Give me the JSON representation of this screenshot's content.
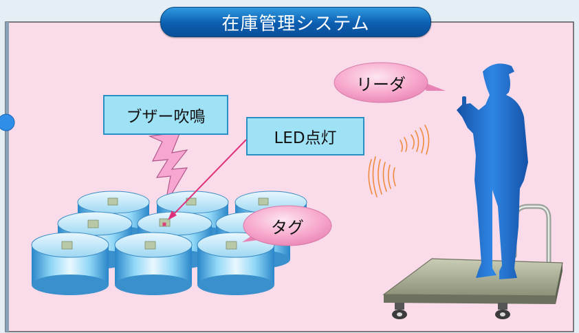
{
  "title": "在庫管理システム",
  "labels": {
    "buzzer": "ブザー吹鳴",
    "led": "LED点灯",
    "reader": "リーダ",
    "tag": "タグ"
  },
  "colors": {
    "panel": "#f9dbe9",
    "panel_border": "#555555",
    "title_bg": "#0c5eb0",
    "label_bg": "#9fe1f5",
    "label_border": "#2a8fc4",
    "bubble": "#f7a8cc",
    "silhouette": "#1d6fd0",
    "signal": "#f08a3c",
    "bolt": "#f6a6d0",
    "led_arrow": "#e0307a",
    "drum": "#7fcdf0"
  }
}
